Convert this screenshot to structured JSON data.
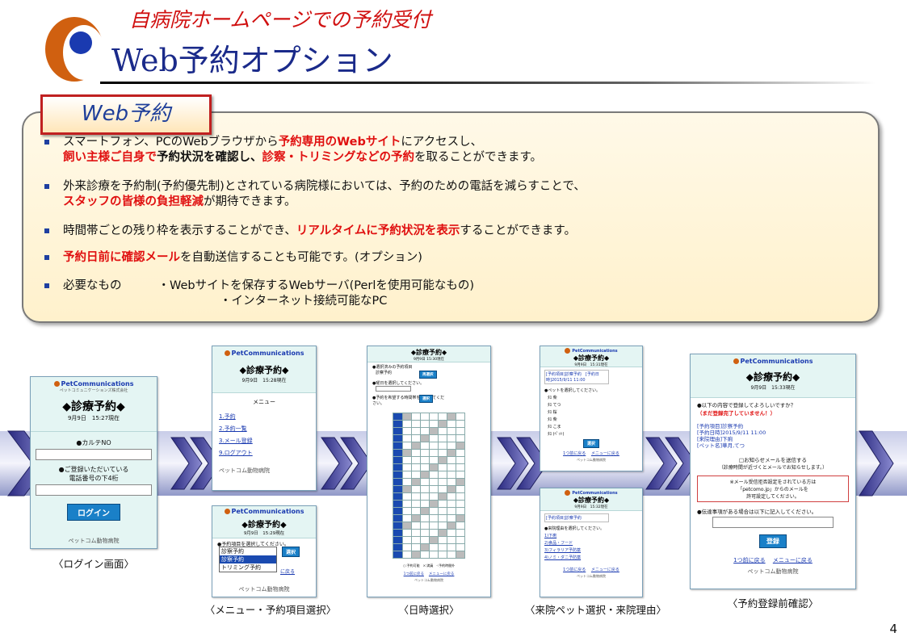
{
  "header": {
    "subtitle": "自病院ホームページでの予約受付",
    "title": "Web予約オプション"
  },
  "box": {
    "label": "Web予約",
    "b1_l1_a": "スマートフォン、PCのWebブラウザから",
    "b1_l1_b": "予約専用のWebサイト",
    "b1_l1_c": "にアクセスし、",
    "b1_l2_a": "飼い主様ご自身で",
    "b1_l2_b": "予約状況を確認し、",
    "b1_l2_c": "診察・トリミングなどの予約",
    "b1_l2_d": "を取ることができます。",
    "b2_l1": "外来診療を予約制(予約優先制)とされている病院様においては、予約のための電話を減らすことで、",
    "b2_l2_a": "スタッフの皆様の負担軽減",
    "b2_l2_b": "が期待できます。",
    "b3_a": "時間帯ごとの残り枠を表示することができ、",
    "b3_b": "リアルタイムに予約状況を表示",
    "b3_c": "することができます。",
    "b4_a": "予約日前に確認メール",
    "b4_b": "を自動送信することも可能です。(オプション)",
    "b5_label": "必要なもの",
    "b5_l1": "・Webサイトを保存するWebサーバ(Perlを使用可能なもの)",
    "b5_l2": "・インターネット接続可能なPC"
  },
  "screens": {
    "brand": "PetCommunications",
    "brand_sub": "ペットコミュニケーションズ株式会社",
    "heading": "◆診療予約◆",
    "footer": "ペットコム動物病院",
    "login": {
      "date": "9月9日　15:27現在",
      "field1": "●カルテNO",
      "field2_l1": "●ご登録いただいている",
      "field2_l2": "電話番号の下4桁",
      "button": "ログイン"
    },
    "menu": {
      "date": "9月9日　15:28現在",
      "title": "メニュー",
      "items": [
        "1.予約",
        "2.予約一覧",
        "3.メール登録",
        "9.ログアウト"
      ]
    },
    "select": {
      "date": "9月9日　15:29現在",
      "prompt": "●予約項目を選択してください。",
      "options": [
        "診察予約",
        "診察予約",
        "トリミング予約"
      ],
      "button": "選択",
      "back": "に戻る"
    },
    "datetime": {
      "date": "9月9日 15:30現在",
      "l1": "●選択済みの予約項目",
      "l2": "診察予約",
      "l3": "●曜日を選択してください。",
      "l4": "●予約を希望する時間帯を選択してください。",
      "btn1": "再選択",
      "btn2": "選択",
      "legend": "○:予約可能　×:満員　-:予約時間外",
      "link1": "1つ前に戻る",
      "link2": "メニューに戻る"
    },
    "pet": {
      "date": "9月9日　15:31現在",
      "info": "[予約項目]診察予約　[予約日時]2015/9/11 11:00",
      "prompt": "●ペットを選択してください。",
      "pets": [
        "ﾀﾛ 柴",
        "ﾀﾛ てつ",
        "ﾀﾛ 桜",
        "ﾀﾛ 柴",
        "ﾀﾛ こま",
        "ﾀﾛ (ﾍﾟｯﾄ)"
      ],
      "button": "選択",
      "link1": "1つ前に戻る",
      "link2": "メニューに戻る",
      "footer": "ペットコム動物病院"
    },
    "reason": {
      "date": "9月9日　15:32現在",
      "info": "[予約項目]診察予約",
      "prompt": "●来院理由を選択してください。",
      "items": [
        "1)下痢",
        "2)食品・フード",
        "3)フィラリア予防薬",
        "4)ノミ・ダニ予防薬"
      ],
      "link1": "1つ前に戻る",
      "link2": "メニューに戻る"
    },
    "confirm": {
      "date": "9月9日　15:33現在",
      "q": "●以下の内容で登録してよろしいですか？",
      "warn": "（まだ登録完了していません！）",
      "i1": "[予約項目]診察予約",
      "i2": "[予約日時]2015/9/11 11:00",
      "i3": "[来院理由]下痢",
      "i4": "[ペット名]華月,てつ",
      "mail1": "□お知らせメールを送信する",
      "mail2": "（診療時間が近づくとメールでお知らせします。）",
      "note1": "※メール受信拒否設定をされている方は",
      "note2": "「petcomo.jp」からのメールを",
      "note3": "許可設定してください。",
      "msg": "●伝達事項がある場合は以下に記入してください。",
      "button": "登録",
      "link1": "1つ前に戻る",
      "link2": "メニューに戻る"
    }
  },
  "captions": {
    "login": "〈ログイン画面〉",
    "menu": "〈メニュー・予約項目選択〉",
    "datetime": "〈日時選択〉",
    "pet": "〈来院ペット選択・来院理由〉",
    "confirm": "〈予約登録前確認〉"
  },
  "page_number": "4",
  "colors": {
    "accent_red": "#e01010",
    "title_blue": "#1a2a8a",
    "screen_bg": "#e4f5f3",
    "button_blue": "#1a80c8"
  }
}
